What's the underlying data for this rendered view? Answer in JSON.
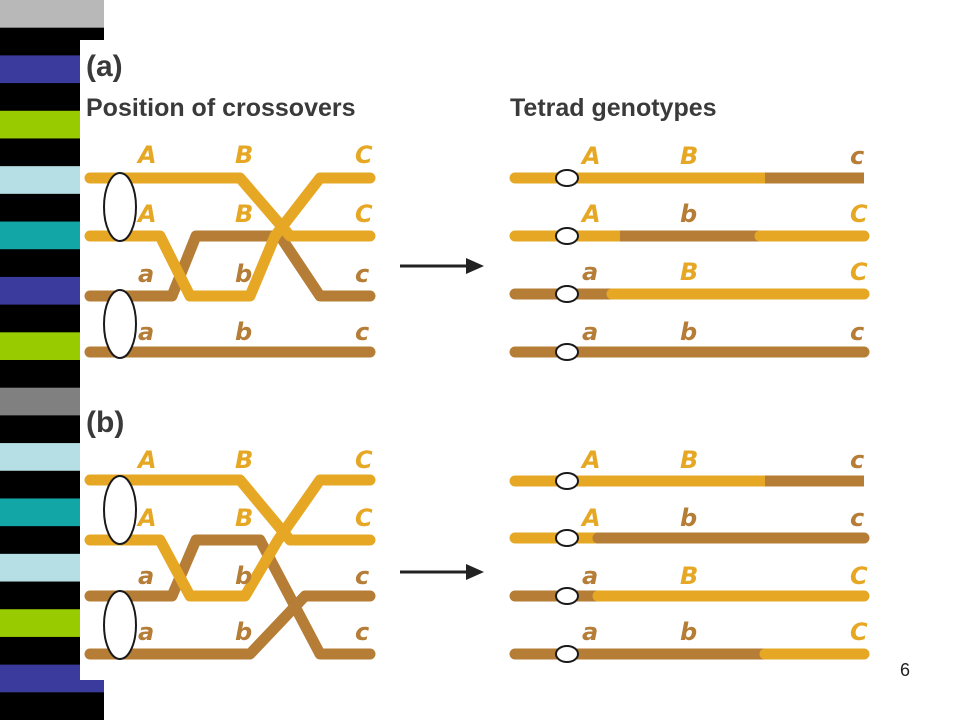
{
  "colors": {
    "light": "#e6a824",
    "dark": "#b57d36",
    "text_light": "#e6a824",
    "text_dark": "#b57d36",
    "header": "#3a3a3a"
  },
  "slide": {
    "page_number": "6"
  },
  "strip_colors": [
    "#b8b8b8",
    "#000000",
    "#3b3b9e",
    "#000000",
    "#99cc00",
    "#000000",
    "#b6dfe5",
    "#000000",
    "#13a6a6",
    "#000000",
    "#3b3b9e",
    "#000000",
    "#99cc00",
    "#000000",
    "#808080",
    "#000000",
    "#b6dfe5",
    "#000000",
    "#13a6a6",
    "#000000",
    "#b6dfe5",
    "#000000",
    "#99cc00",
    "#000000",
    "#3b3b9e",
    "#000000"
  ],
  "panel_a": {
    "label": "(a)",
    "left_header": "Position of crossovers",
    "right_header": "Tetrad genotypes",
    "crossover_labels": [
      [
        "A",
        "B",
        "C"
      ],
      [
        "A",
        "B",
        "C"
      ],
      [
        "a",
        "b",
        "c"
      ],
      [
        "a",
        "b",
        "c"
      ]
    ],
    "tetrad_labels": [
      [
        "A",
        "B",
        "c"
      ],
      [
        "A",
        "b",
        "C"
      ],
      [
        "a",
        "B",
        "C"
      ],
      [
        "a",
        "b",
        "c"
      ]
    ]
  },
  "panel_b": {
    "label": "(b)",
    "crossover_labels": [
      [
        "A",
        "B",
        "C"
      ],
      [
        "A",
        "B",
        "C"
      ],
      [
        "a",
        "b",
        "c"
      ],
      [
        "a",
        "b",
        "c"
      ]
    ],
    "tetrad_labels": [
      [
        "A",
        "B",
        "c"
      ],
      [
        "A",
        "b",
        "c"
      ],
      [
        "a",
        "B",
        "C"
      ],
      [
        "a",
        "b",
        "C"
      ]
    ]
  }
}
